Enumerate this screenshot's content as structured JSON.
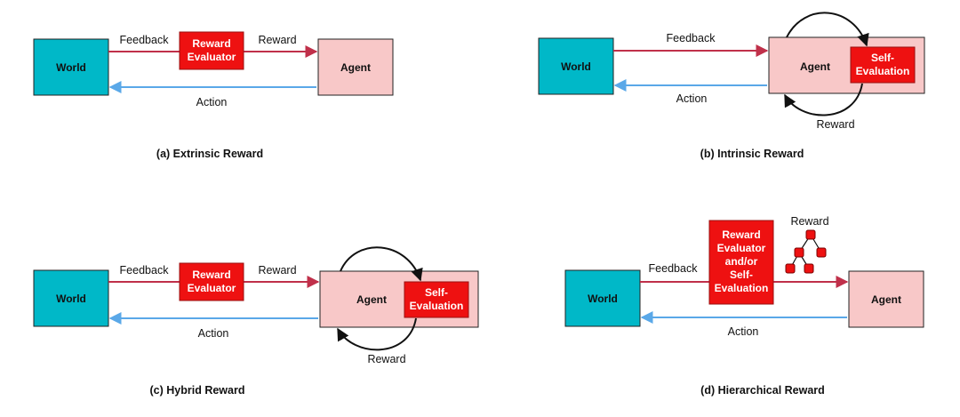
{
  "colors": {
    "world": "#00b8c8",
    "agent": "#f8c8c8",
    "evaluator": "#ee1111",
    "feedback_arrow": "#c0304a",
    "action_arrow": "#5aa8e8",
    "loop_arrow": "#111111"
  },
  "panels": {
    "a": {
      "world": "World",
      "agent": "Agent",
      "feedback": "Feedback",
      "reward": "Reward",
      "action": "Action",
      "evaluator": [
        "Reward",
        "Evaluator"
      ],
      "caption": "(a) Extrinsic Reward"
    },
    "b": {
      "world": "World",
      "agent": "Agent",
      "feedback": "Feedback",
      "action": "Action",
      "reward": "Reward",
      "self_eval": [
        "Self-",
        "Evaluation"
      ],
      "caption": "(b) Intrinsic Reward"
    },
    "c": {
      "world": "World",
      "agent": "Agent",
      "feedback": "Feedback",
      "reward": "Reward",
      "action": "Action",
      "loop_reward": "Reward",
      "evaluator": [
        "Reward",
        "Evaluator"
      ],
      "self_eval": [
        "Self-",
        "Evaluation"
      ],
      "caption": "(c) Hybrid Reward"
    },
    "d": {
      "world": "World",
      "agent": "Agent",
      "feedback": "Feedback",
      "action": "Action",
      "reward": "Reward",
      "evaluator": [
        "Reward",
        "Evaluator",
        "and/or",
        "Self-",
        "Evaluation"
      ],
      "caption": "(d) Hierarchical Reward"
    }
  }
}
